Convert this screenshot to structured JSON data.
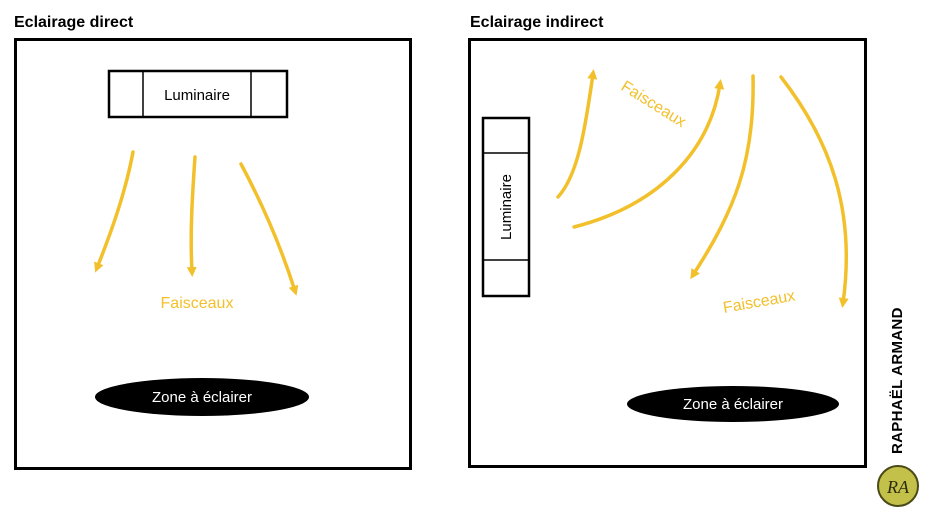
{
  "left": {
    "title": "Eclairage direct",
    "fixture_label": "Luminaire",
    "beam_label": "Faisceaux",
    "zone_label": "Zone à éclairer"
  },
  "right": {
    "title": "Eclairage indirect",
    "fixture_label": "Luminaire",
    "beam_label_upper": "Faisceaux",
    "beam_label_lower": "Faisceaux",
    "zone_label": "Zone à éclairer"
  },
  "credit": "RAPHAËL ARMAND",
  "logo_text": "RA",
  "colors": {
    "beam": "#f2c02b",
    "zone": "#000000",
    "outline": "#000000"
  }
}
